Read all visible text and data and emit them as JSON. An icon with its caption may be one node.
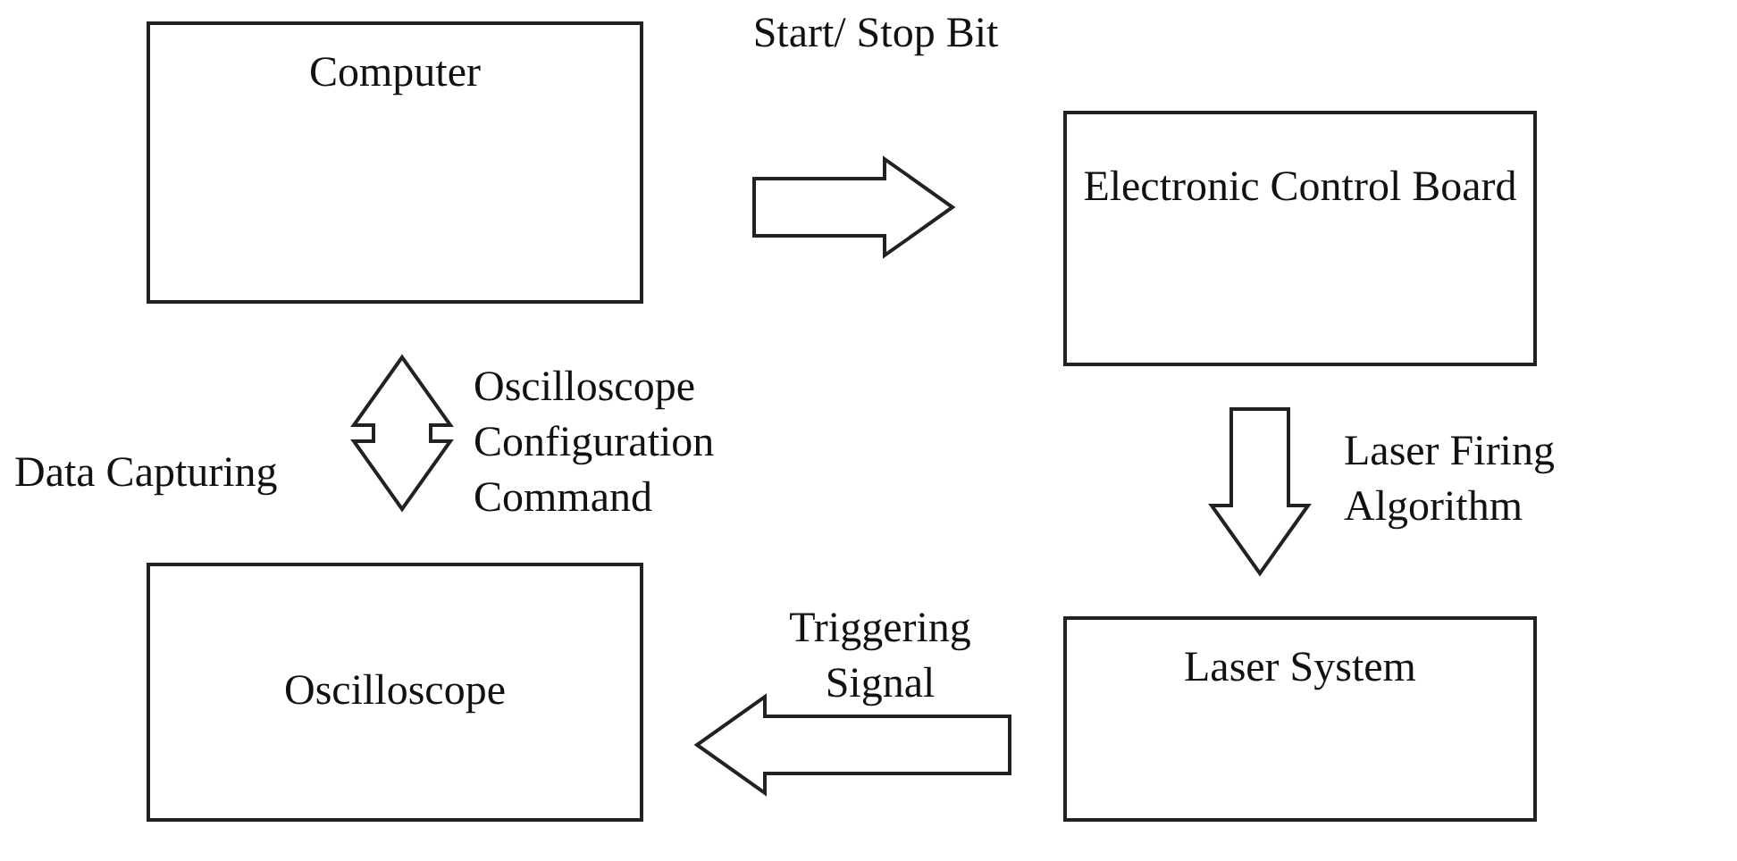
{
  "diagram": {
    "nodes": [
      {
        "text": [
          "Computer"
        ]
      },
      {
        "text": [
          "Electronic Control Board"
        ]
      },
      {
        "text": [
          "Oscilloscope"
        ]
      },
      {
        "text": [
          "Laser System"
        ]
      }
    ],
    "edges": [
      {
        "from": 0,
        "to": 1,
        "arrow": "to",
        "label": "Start/ Stop Bit"
      },
      {
        "from": 1,
        "to": 3,
        "arrow": "to",
        "label": "Laser Firing Algorithm"
      },
      {
        "from": 3,
        "to": 2,
        "arrow": "to",
        "label": "Triggering Signal"
      },
      {
        "from": 0,
        "to": 2,
        "arrow": "both",
        "label": "Oscilloscope Configuration Command"
      }
    ],
    "labels": [
      "Data Capturing"
    ]
  }
}
